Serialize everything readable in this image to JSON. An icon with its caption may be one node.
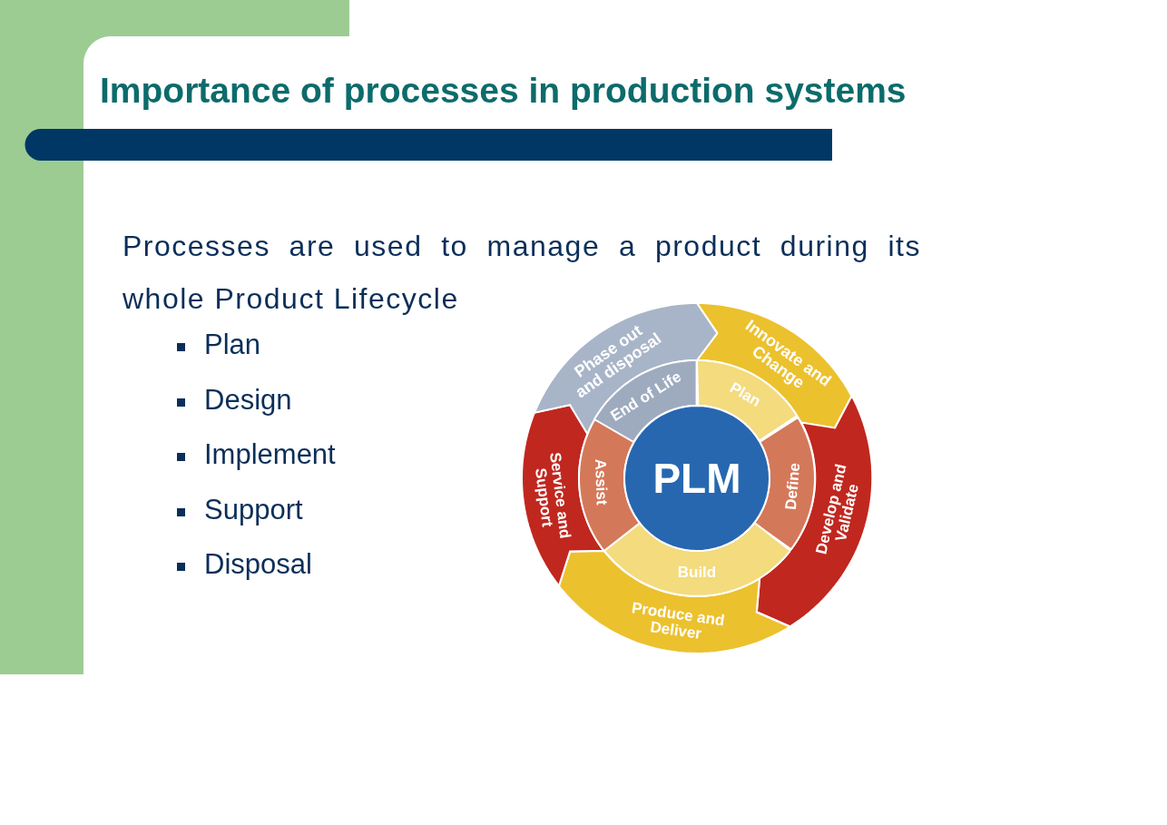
{
  "diagram": {
    "title": "Importance of processes in production systems",
    "nodes": [
      {
        "text": [
          "PLM"
        ]
      },
      {
        "text": [
          "Plan"
        ]
      },
      {
        "text": [
          "Define"
        ]
      },
      {
        "text": [
          "Build"
        ]
      },
      {
        "text": [
          "Assist"
        ]
      },
      {
        "text": [
          "End of Life"
        ]
      },
      {
        "text": [
          "Innovate and Change"
        ]
      },
      {
        "text": [
          "Develop and Validate"
        ]
      },
      {
        "text": [
          "Produce and Deliver"
        ]
      },
      {
        "text": [
          "Service and Support"
        ]
      },
      {
        "text": [
          "Phase out and disposal"
        ]
      }
    ],
    "labels": [
      "Processes are used to manage a product during its whole Product Lifecycle",
      "Plan",
      "Design",
      "Implement",
      "Support",
      "Disposal"
    ]
  }
}
